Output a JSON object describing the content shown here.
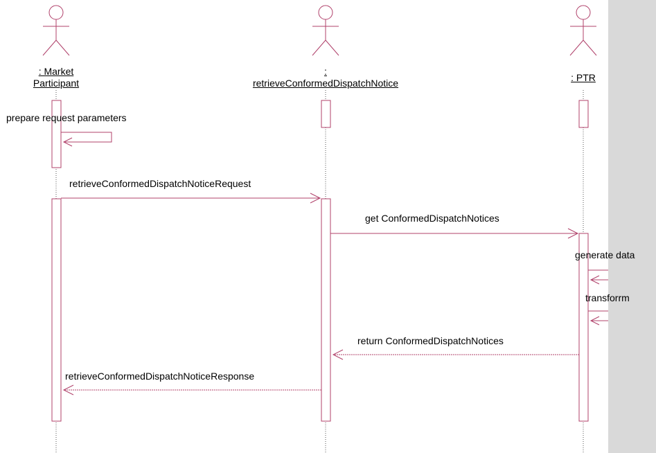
{
  "colors": {
    "line": "#b0406a",
    "lifeline": "#555555",
    "sidebar": "#d9d9d9"
  },
  "actors": [
    {
      "line1": ": Market",
      "line2": "Participant",
      "icon": "stick-figure"
    },
    {
      "line1": ":",
      "line2": "retrieveConformedDispatchNotice",
      "icon": "stick-figure"
    },
    {
      "line1": ": PTR",
      "line2": "",
      "icon": "stick-figure"
    }
  ],
  "messages": {
    "prepare": "prepare request parameters",
    "request": "retrieveConformedDispatchNoticeRequest",
    "get": "get ConformedDispatchNotices",
    "generate": "generate data",
    "transform": "transforrm",
    "return_notices": "return ConformedDispatchNotices",
    "response": "retrieveConformedDispatchNoticeResponse"
  }
}
